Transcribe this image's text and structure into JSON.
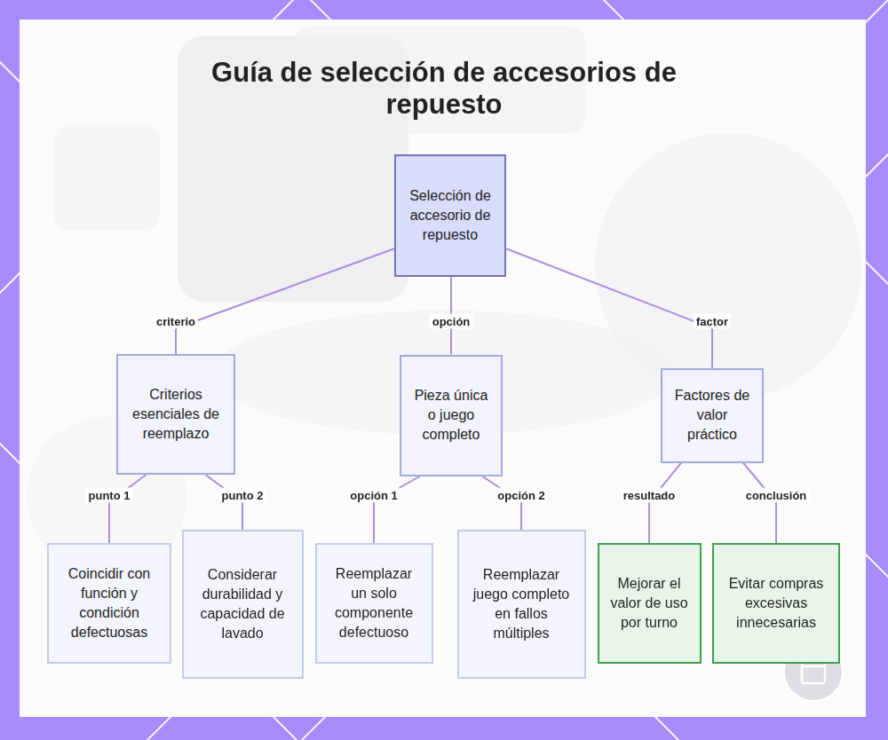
{
  "diagram": {
    "title": "Guía de selección de accesorios de repuesto",
    "nodes": [
      {
        "text": [
          "Selección de accesorio de repuesto"
        ]
      },
      {
        "text": [
          "Criterios esenciales de reemplazo"
        ]
      },
      {
        "text": [
          "Pieza única o juego completo"
        ]
      },
      {
        "text": [
          "Factores de valor práctico"
        ]
      },
      {
        "text": [
          "Coincidir con función y condición defectuosas"
        ]
      },
      {
        "text": [
          "Considerar durabilidad y capacidad de lavado"
        ]
      },
      {
        "text": [
          "Reemplazar un solo componente defectuoso"
        ]
      },
      {
        "text": [
          "Reemplazar juego completo en fallos múltiples"
        ]
      },
      {
        "text": [
          "Mejorar el valor de uso por turno"
        ]
      },
      {
        "text": [
          "Evitar compras excesivas innecesarias"
        ]
      }
    ],
    "edges": [
      {
        "from": 0,
        "to": 1,
        "label": "criterio",
        "arrow": "none"
      },
      {
        "from": 0,
        "to": 2,
        "label": "opción",
        "arrow": "none"
      },
      {
        "from": 0,
        "to": 3,
        "label": "factor",
        "arrow": "none"
      },
      {
        "from": 1,
        "to": 4,
        "label": "punto 1",
        "arrow": "none"
      },
      {
        "from": 1,
        "to": 5,
        "label": "punto 2",
        "arrow": "none"
      },
      {
        "from": 2,
        "to": 6,
        "label": "opción 1",
        "arrow": "none"
      },
      {
        "from": 2,
        "to": 7,
        "label": "opción 2",
        "arrow": "none"
      },
      {
        "from": 3,
        "to": 8,
        "label": "resultado",
        "arrow": "none"
      },
      {
        "from": 3,
        "to": 9,
        "label": "conclusión",
        "arrow": "none"
      }
    ]
  }
}
